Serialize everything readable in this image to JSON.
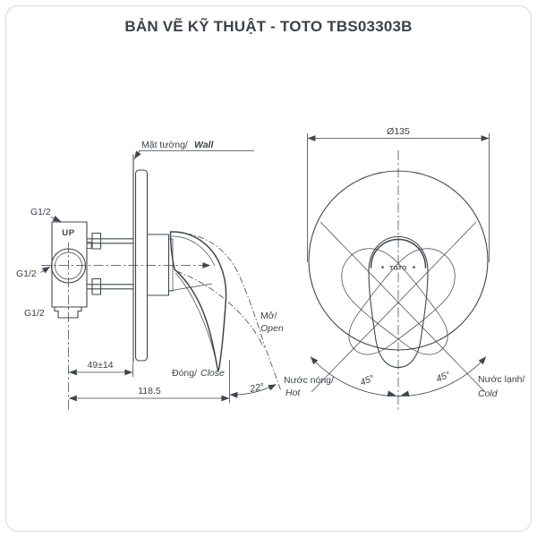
{
  "title": "BẢN VẼ KỸ THUẬT - TOTO TBS03303B",
  "colors": {
    "line": "#3f4550",
    "text": "#3c4147",
    "card_border": "#d2d7dd",
    "background": "#ffffff"
  },
  "side_view": {
    "wall_label": {
      "vi": "Mặt tường/",
      "en": "Wall"
    },
    "thread_top": "G1/2",
    "thread_mid": "G1/2",
    "thread_bottom": "G1/2",
    "up_marking": "UP",
    "dim_offset": "49±14",
    "dim_depth": "118.5",
    "open_angle": "22°",
    "close_label": {
      "vi": "Đóng/",
      "en": "Close"
    },
    "open_label": {
      "vi": "Mở/",
      "en": "Open"
    },
    "hot_label": {
      "vi": "Nước nóng/",
      "en": "Hot"
    }
  },
  "front_view": {
    "diameter": "Ø135",
    "logo": "TOTO",
    "swing_left_angle": "45°",
    "swing_right_angle": "45°",
    "cold_label": {
      "vi": "Nước lạnh/",
      "en": "Cold"
    }
  }
}
